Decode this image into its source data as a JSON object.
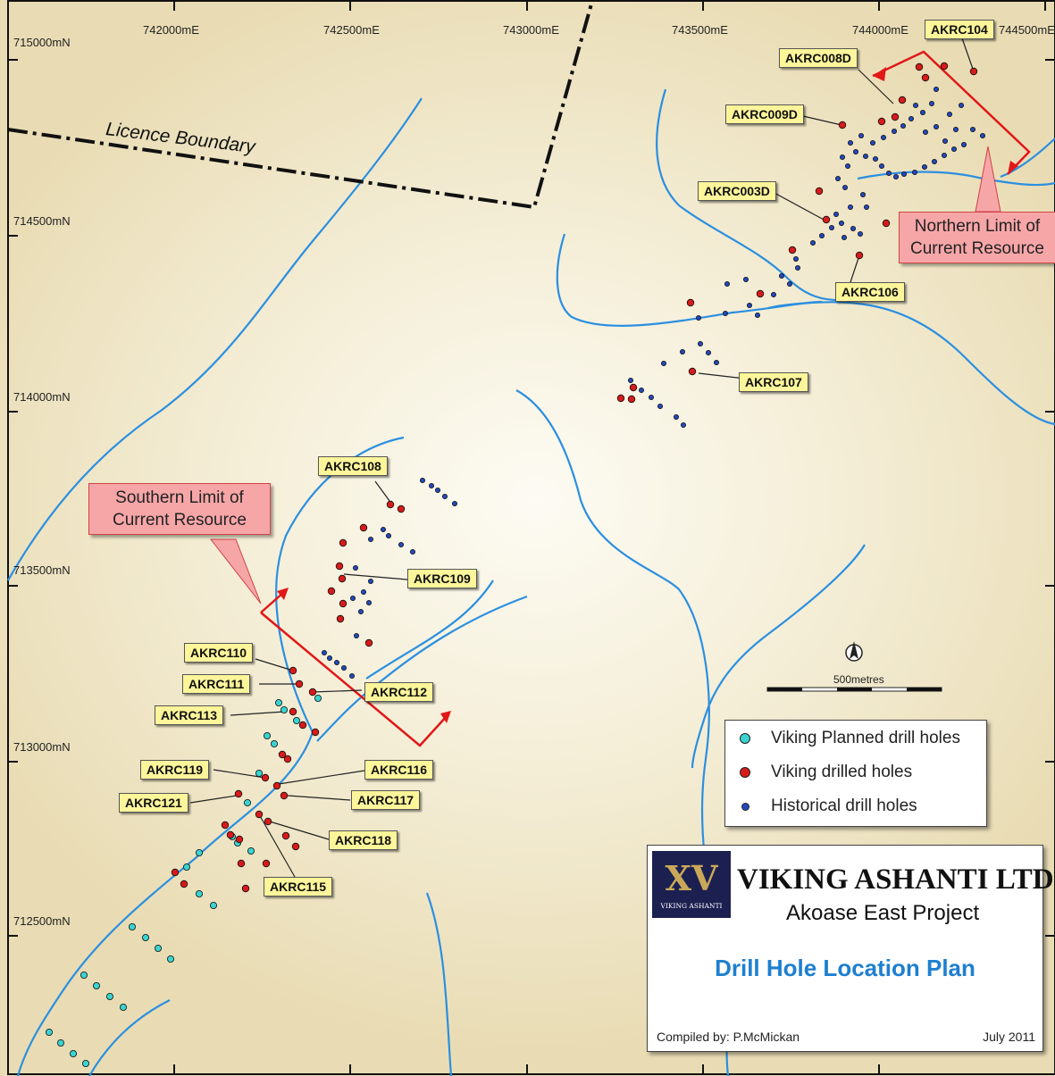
{
  "map": {
    "easting_labels": [
      "742000mE",
      "742500mE",
      "743000mE",
      "743500mE",
      "744000mE",
      "744500mE"
    ],
    "northing_labels": [
      "715000mN",
      "714500mN",
      "714000mN",
      "713500mN",
      "713000mN",
      "712500mN"
    ],
    "boundary_label": "Licence Boundary",
    "north_limit_text": [
      "Northern Limit of",
      "Current Resource"
    ],
    "south_limit_text": [
      "Southern Limit of",
      "Current Resource"
    ],
    "scale_label": "500metres",
    "north_arrow_icon": "north-arrow-icon",
    "callouts": [
      "AKRC104",
      "AKRC008D",
      "AKRC009D",
      "AKRC003D",
      "AKRC106",
      "AKRC107",
      "AKRC108",
      "AKRC109",
      "AKRC110",
      "AKRC111",
      "AKRC112",
      "AKRC113",
      "AKRC119",
      "AKRC116",
      "AKRC121",
      "AKRC117",
      "AKRC118",
      "AKRC115"
    ]
  },
  "legend": {
    "planned": "Viking Planned drill holes",
    "drilled": "Viking drilled holes",
    "historical": "Historical drill holes"
  },
  "title_block": {
    "logo_sub": "VIKING ASHANTI",
    "company": "VIKING ASHANTI LTD",
    "project": "Akoase East Project",
    "plan_title": "Drill Hole Location Plan",
    "compiled_by": "Compiled by: P.McMickan",
    "date": "July 2011"
  },
  "colors": {
    "river": "#2b8fe0",
    "planned": "#39d4d1",
    "drilled": "#d71a1a",
    "historical": "#2248c0",
    "limit_line": "#e01818",
    "title_blue": "#1e7fd0"
  }
}
